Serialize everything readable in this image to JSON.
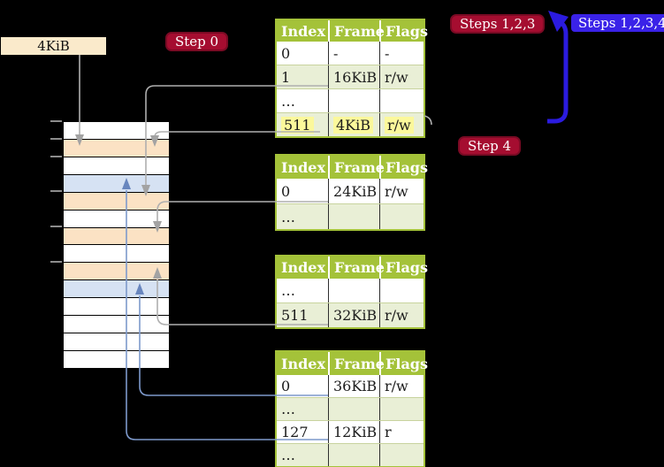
{
  "labels": {
    "page_size": "4KiB"
  },
  "badges": {
    "step0": {
      "label": "Step 0"
    },
    "steps123": {
      "label": "Steps 1,2,3"
    },
    "steps1234": {
      "label": "Steps 1,2,3,4"
    },
    "step4": {
      "label": "Step 4"
    }
  },
  "table_headers": [
    "Index",
    "Frame",
    "Flags"
  ],
  "page_tables": [
    {
      "name": "page-table-level-4",
      "rows": [
        {
          "cells": [
            "0",
            "-",
            "-"
          ],
          "shaded": false,
          "highlighted": false
        },
        {
          "cells": [
            "1",
            "16KiB",
            "r/w"
          ],
          "shaded": true,
          "highlighted": false
        },
        {
          "cells": [
            "…",
            "",
            ""
          ],
          "shaded": false,
          "highlighted": false
        },
        {
          "cells": [
            "511",
            "4KiB",
            "r/w"
          ],
          "shaded": true,
          "highlighted": true
        }
      ]
    },
    {
      "name": "page-table-level-3",
      "rows": [
        {
          "cells": [
            "0",
            "24KiB",
            "r/w"
          ],
          "shaded": false,
          "highlighted": false
        },
        {
          "cells": [
            "…",
            "",
            ""
          ],
          "shaded": true,
          "highlighted": false
        }
      ]
    },
    {
      "name": "page-table-level-2",
      "rows": [
        {
          "cells": [
            "…",
            "",
            ""
          ],
          "shaded": false,
          "highlighted": false
        },
        {
          "cells": [
            "511",
            "32KiB",
            "r/w"
          ],
          "shaded": true,
          "highlighted": false
        }
      ]
    },
    {
      "name": "page-table-level-1",
      "rows": [
        {
          "cells": [
            "0",
            "36KiB",
            "r/w"
          ],
          "shaded": false,
          "highlighted": false
        },
        {
          "cells": [
            "…",
            "",
            ""
          ],
          "shaded": true,
          "highlighted": false
        },
        {
          "cells": [
            "127",
            "12KiB",
            "r"
          ],
          "shaded": false,
          "highlighted": false
        },
        {
          "cells": [
            "…",
            "",
            ""
          ],
          "shaded": true,
          "highlighted": false
        }
      ]
    }
  ],
  "memory": {
    "rows": [
      "plain",
      "frame",
      "plain",
      "target",
      "frame",
      "plain",
      "frame",
      "plain",
      "frame",
      "target",
      "plain",
      "plain",
      "plain",
      "plain"
    ]
  },
  "colors": {
    "background": "#000000",
    "table_header_green": "#A4C239",
    "table_row_green": "#E9EFD6",
    "highlight_yellow": "#FBF89B",
    "memory_frame_orange": "#FBE2C4",
    "memory_target_blue": "#D6E2F3",
    "badge_red": "#A50D30",
    "badge_blue": "#3A22E8",
    "label_cream": "#FAEACB",
    "arrow_gray": "#AFAFAF",
    "arrow_blue_thin": "#7D99CB",
    "arrow_blue_thick": "#2B1BDF"
  }
}
